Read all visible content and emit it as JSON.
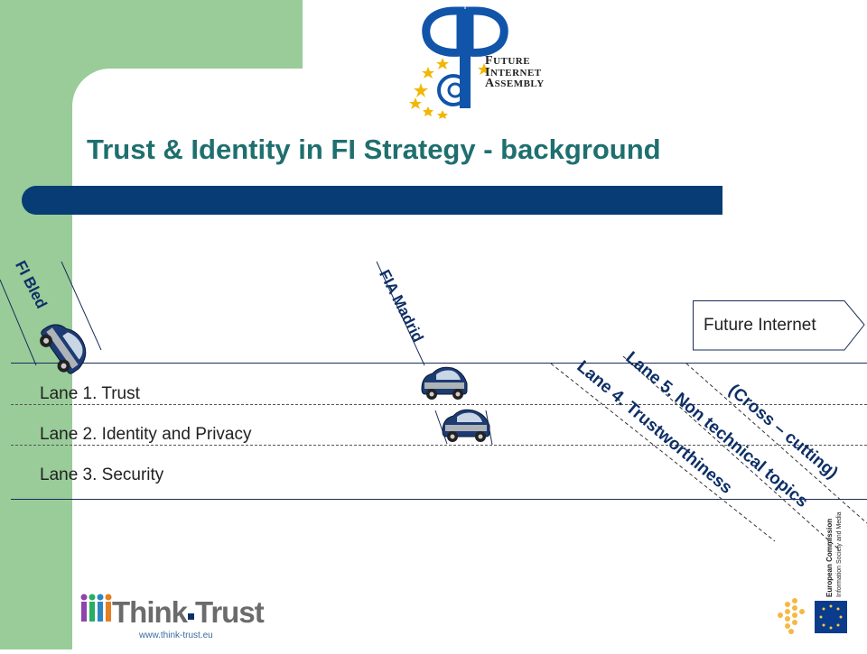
{
  "logo": {
    "line1_cap": "F",
    "line1_rest": "UTURE",
    "line2_cap": "I",
    "line2_rest": "NTERNET",
    "line3_cap": "A",
    "line3_rest": "SSEMBLY"
  },
  "slide": {
    "title": "Trust & Identity in FI Strategy - background"
  },
  "markers": {
    "fi_bled": "FI Bled",
    "fia_madrid": "FIA Madrid"
  },
  "lanes": {
    "lane1": "Lane 1. Trust",
    "lane2": "Lane 2. Identity and Privacy",
    "lane3": "Lane 3. Security",
    "lane4": "Lane 4. Trustworthiness",
    "lane5": "Lane 5. Non technical topics",
    "cross_cutting": "(Cross – cutting)"
  },
  "destination": {
    "label": "Future Internet"
  },
  "footer": {
    "brand_part1": "Think",
    "brand_part2": "Trust",
    "url": "www.think-trust.eu",
    "ec_line1": "European Commission",
    "ec_line2": "Information Society and Media"
  },
  "colors": {
    "green_bg": "#99cc99",
    "title": "#1f6f6f",
    "title_bar": "#083c74",
    "diagonal_text": "#0d2f66"
  }
}
